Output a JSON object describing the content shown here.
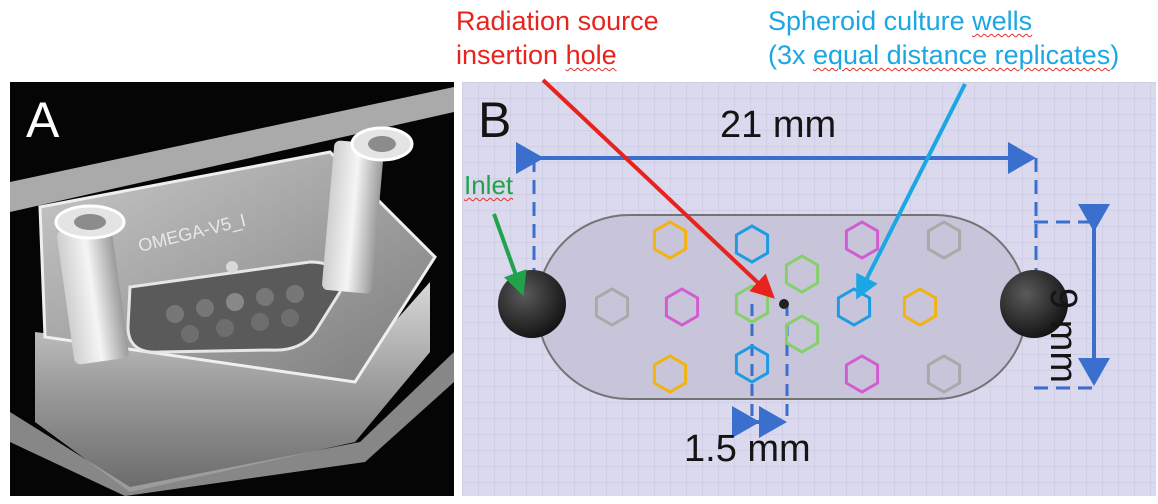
{
  "header": {
    "radiation_line1": "Radiation source",
    "radiation_line2": "insertion hole",
    "spheroid_line1": "Spheroid culture wells",
    "spheroid_line2": "(3x equal distance replicates)"
  },
  "panel_a": {
    "letter": "A",
    "device_engraving": "OMEGA-V5_I"
  },
  "panel_b": {
    "letter": "B",
    "inlet_label": "Inlet",
    "width_label": "21 mm",
    "height_label": "9 mm",
    "spacing_label": "1.5 mm"
  },
  "colors": {
    "radiation_red": "#e8231e",
    "spheroid_blue": "#1aa7e4",
    "inlet_green": "#22a34b",
    "dimension_blue": "#3b6fce",
    "well_orange": "#f2b311",
    "well_blue": "#1e9be3",
    "well_magenta": "#d15ed0",
    "well_green": "#86d06b",
    "well_gray": "#a9a9a9"
  }
}
